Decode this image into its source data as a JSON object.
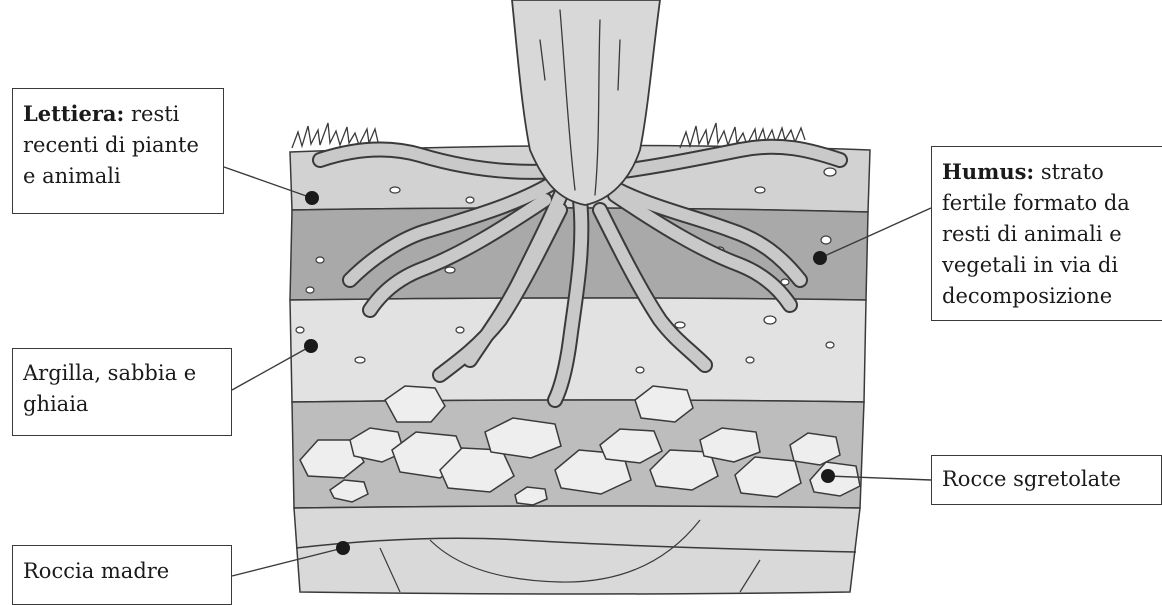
{
  "labels": {
    "lettiera": {
      "term": "Lettiera:",
      "text": " resti recenti di piante e animali"
    },
    "humus": {
      "term": "Humus:",
      "text": " strato fertile formato da resti di animali e vegetali in via di decomposizione"
    },
    "argilla": {
      "text": "Argilla, sabbia e ghiaia"
    },
    "rocce": {
      "text": "Rocce sgretolate"
    },
    "roccia_madre": {
      "text": "Roccia madre"
    }
  },
  "colors": {
    "litter_layer": "#d2d2d2",
    "humus_layer": "#a9a9a9",
    "clay_layer": "#e2e2e2",
    "rock_layer": "#bdbdbd",
    "bedrock_layer": "#d9d9d9",
    "root": "#c9c9c9",
    "outline": "#3a3a3a"
  }
}
